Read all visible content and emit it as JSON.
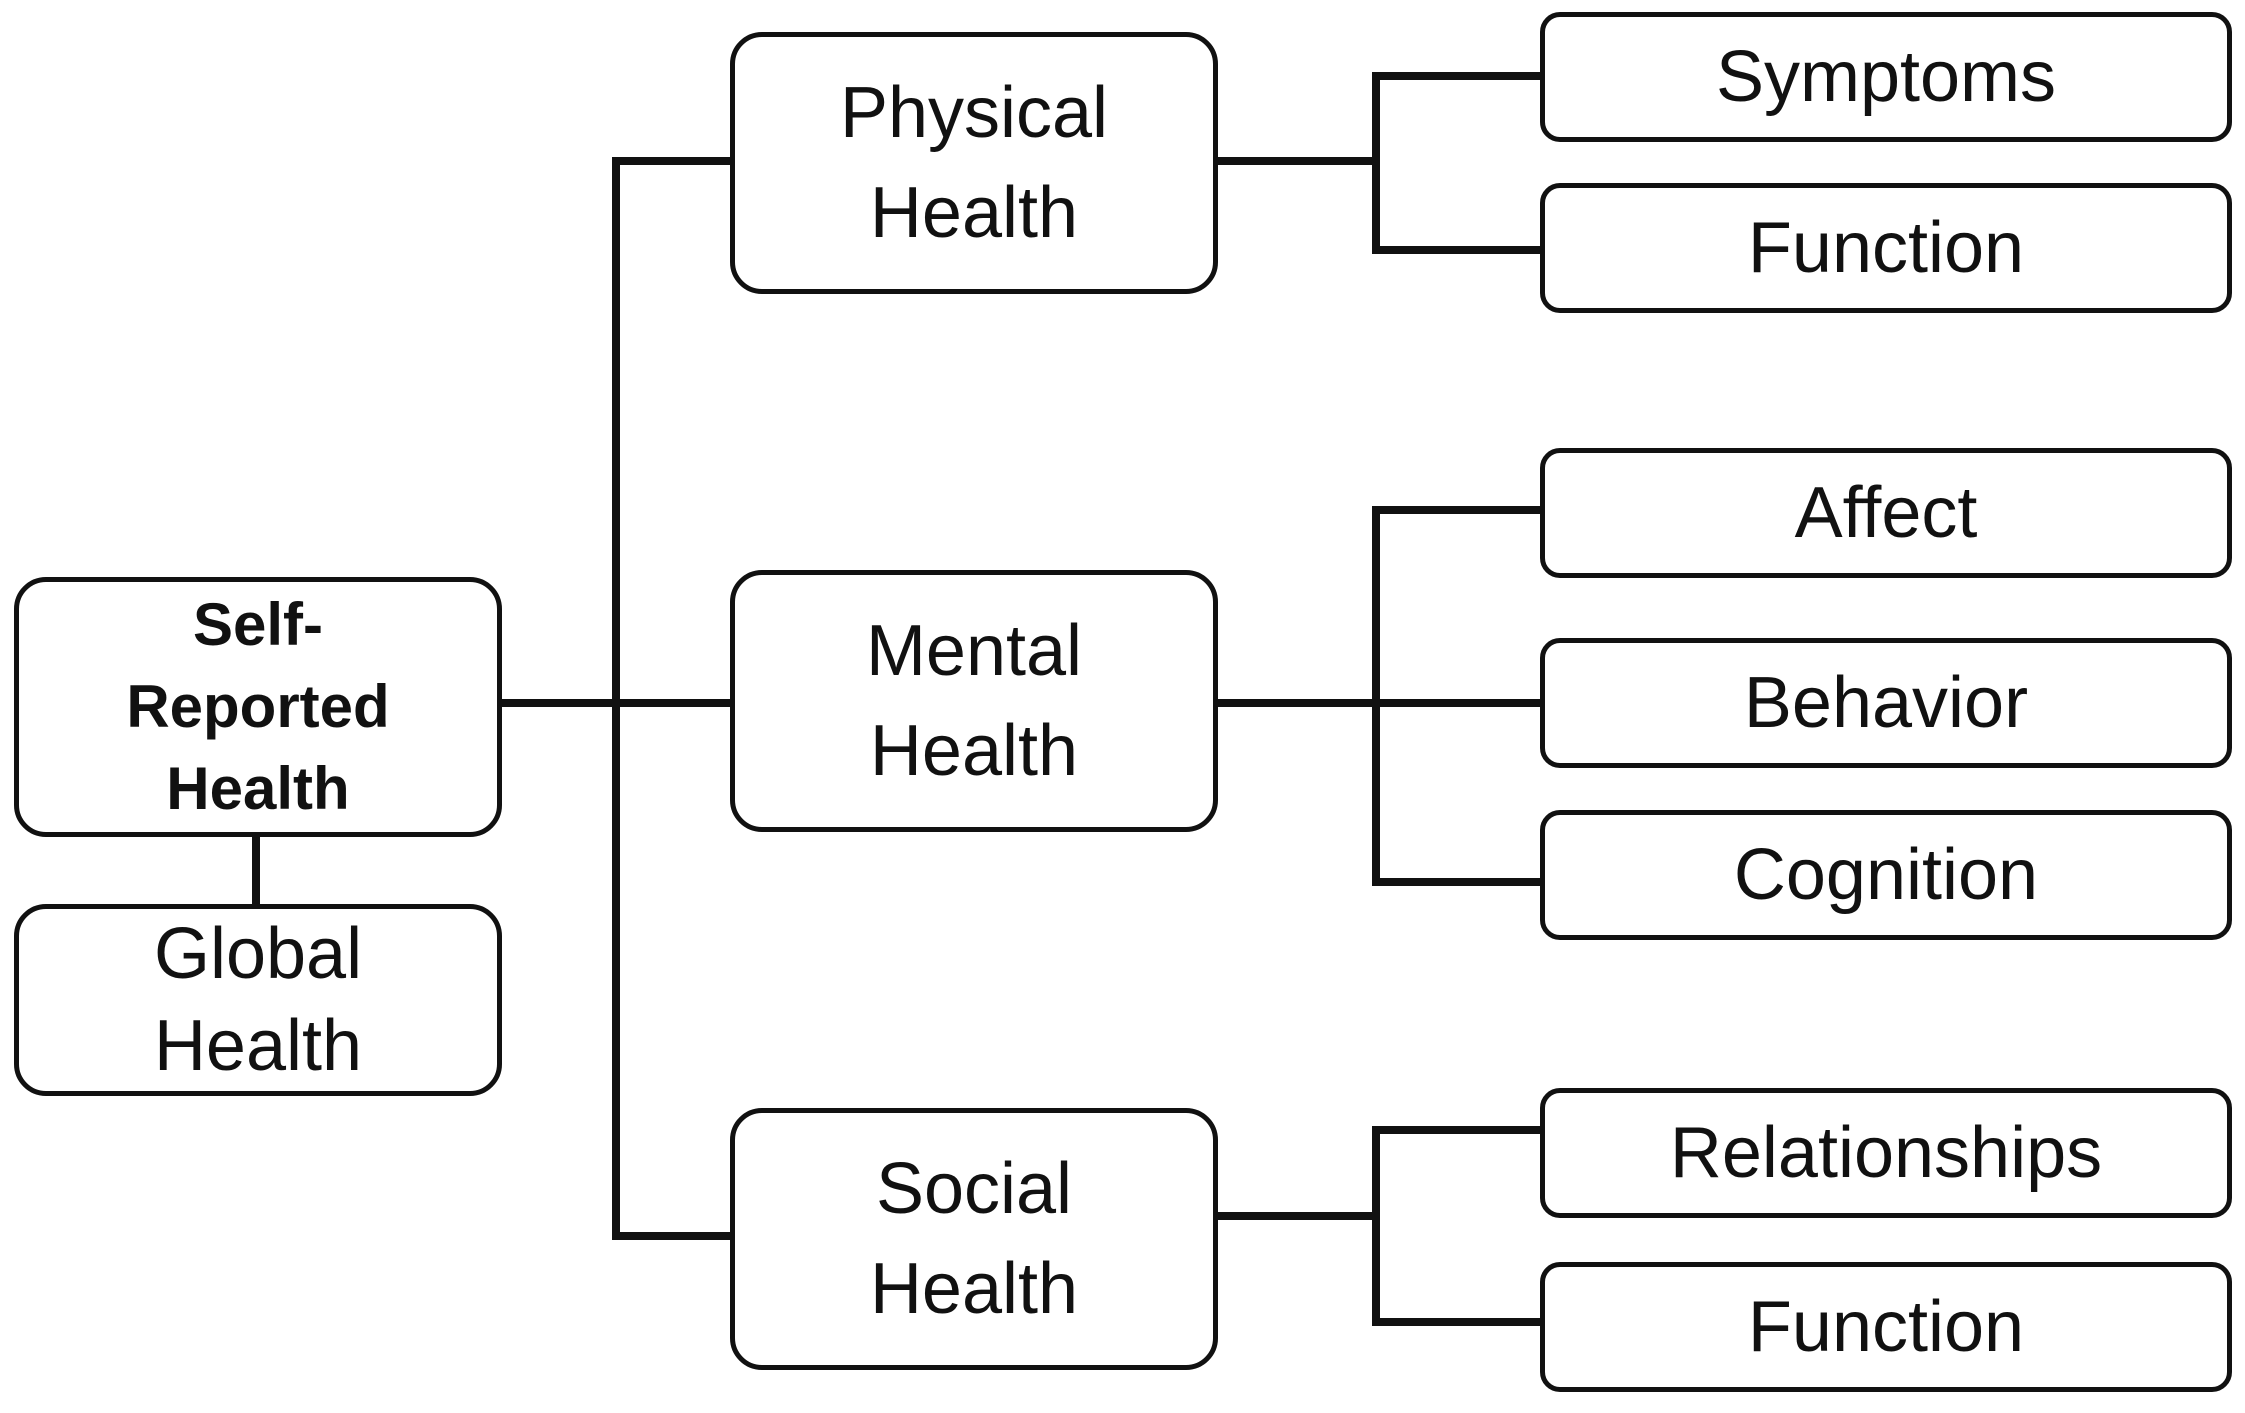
{
  "root": {
    "label": "Self-\nReported\nHealth"
  },
  "global": {
    "label": "Global\nHealth"
  },
  "domains": [
    {
      "label": "Physical\nHealth",
      "subdomains": [
        "Symptoms",
        "Function"
      ]
    },
    {
      "label": "Mental\nHealth",
      "subdomains": [
        "Affect",
        "Behavior",
        "Cognition"
      ]
    },
    {
      "label": "Social\nHealth",
      "subdomains": [
        "Relationships",
        "Function"
      ]
    }
  ]
}
